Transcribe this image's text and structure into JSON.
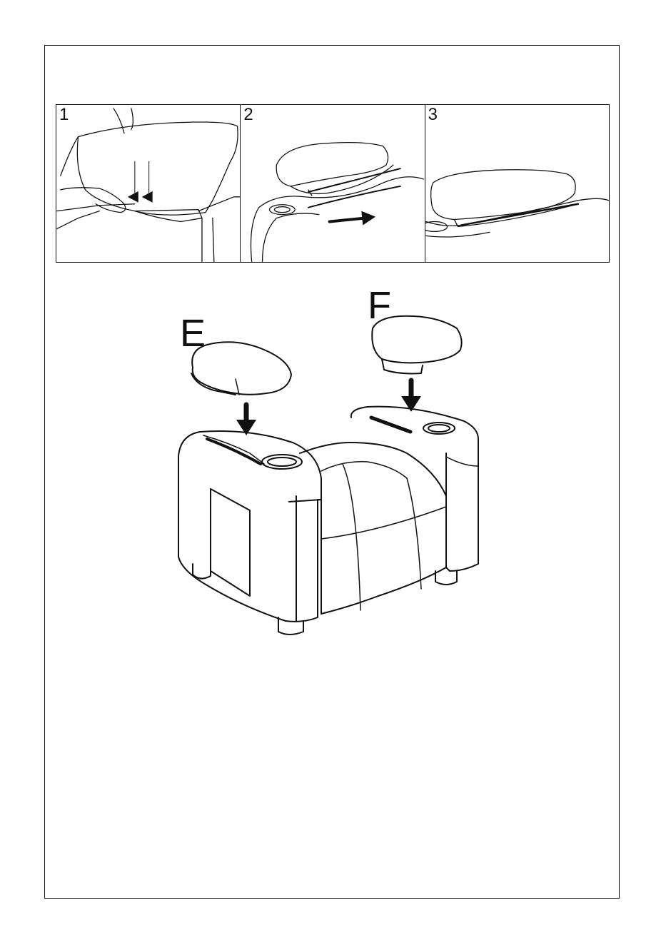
{
  "steps": [
    {
      "number": "1"
    },
    {
      "number": "2"
    },
    {
      "number": "3"
    }
  ],
  "parts": {
    "e_label": "E",
    "f_label": "F"
  },
  "colors": {
    "line": "#111111",
    "background": "#ffffff"
  }
}
